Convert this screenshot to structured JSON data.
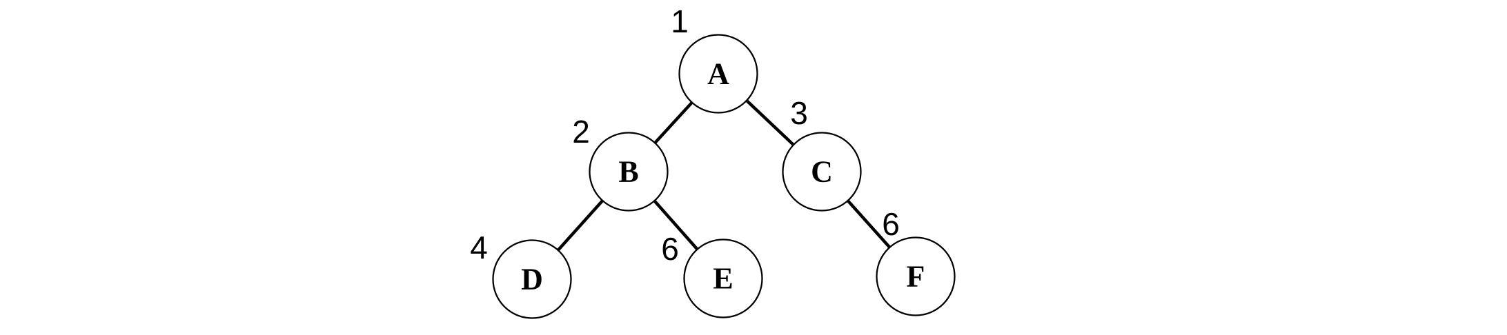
{
  "figure": {
    "type": "tree-diagram",
    "background_color": "#ffffff",
    "node_fill_color": "#ffffff",
    "stroke_color": "#000000",
    "text_color": "#000000",
    "nodes": [
      {
        "label": "A",
        "number": "1"
      },
      {
        "label": "B",
        "number": "2"
      },
      {
        "label": "C",
        "number": "3"
      },
      {
        "label": "D",
        "number": "4"
      },
      {
        "label": "E",
        "number": "6"
      },
      {
        "label": "F",
        "number": "6"
      }
    ],
    "edges": [
      {
        "from": "A",
        "to": "B"
      },
      {
        "from": "A",
        "to": "C"
      },
      {
        "from": "B",
        "to": "D"
      },
      {
        "from": "B",
        "to": "E"
      },
      {
        "from": "C",
        "to": "F"
      }
    ]
  }
}
